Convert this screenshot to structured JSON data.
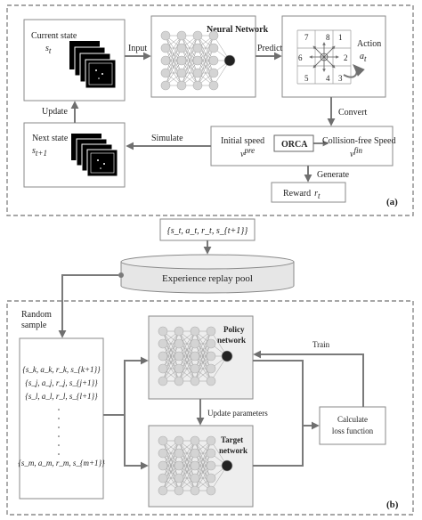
{
  "panel_a": {
    "label": "(a)",
    "current_state": {
      "title": "Current state",
      "symbol": "s",
      "sub": "t"
    },
    "next_state": {
      "title": "Next state",
      "symbol": "s",
      "sub": "t+1"
    },
    "neural_network": "Neural Network",
    "action": {
      "title": "Action",
      "symbol": "a",
      "sub": "t"
    },
    "action_numbers": [
      "1",
      "2",
      "3",
      "4",
      "5",
      "6",
      "7",
      "8"
    ],
    "initial_speed": {
      "title": "Initial speed",
      "symbol": "v",
      "sup": "pre"
    },
    "orca": "ORCA",
    "collision_free": {
      "title": "Collision-free Speed",
      "symbol": "v",
      "sup": "fin"
    },
    "reward": {
      "title": "Reward",
      "symbol": "r",
      "sub": "t"
    },
    "labels": {
      "input": "Input",
      "predict": "Predict",
      "convert": "Convert",
      "simulate": "Simulate",
      "update": "Update",
      "generate": "Generate"
    }
  },
  "transition": "{s_t, a_t, r_t, s_{t+1}}",
  "replay_pool": "Experience replay pool",
  "panel_b": {
    "label": "(b)",
    "random_sample": [
      "Random",
      "sample"
    ],
    "samples": [
      "{s_k, a_k, r_k, s_{k+1}}",
      "{s_j, a_j, r_j, s_{j+1}}",
      "{s_l, a_l, r_l, s_{l+1}}",
      "{s_m, a_m, r_m, s_{m+1}}"
    ],
    "policy_network": [
      "Policy",
      "network"
    ],
    "target_network": [
      "Target",
      "network"
    ],
    "update_parameters": "Update parameters",
    "train": "Train",
    "loss_function": [
      "Calculate",
      "loss function"
    ]
  }
}
